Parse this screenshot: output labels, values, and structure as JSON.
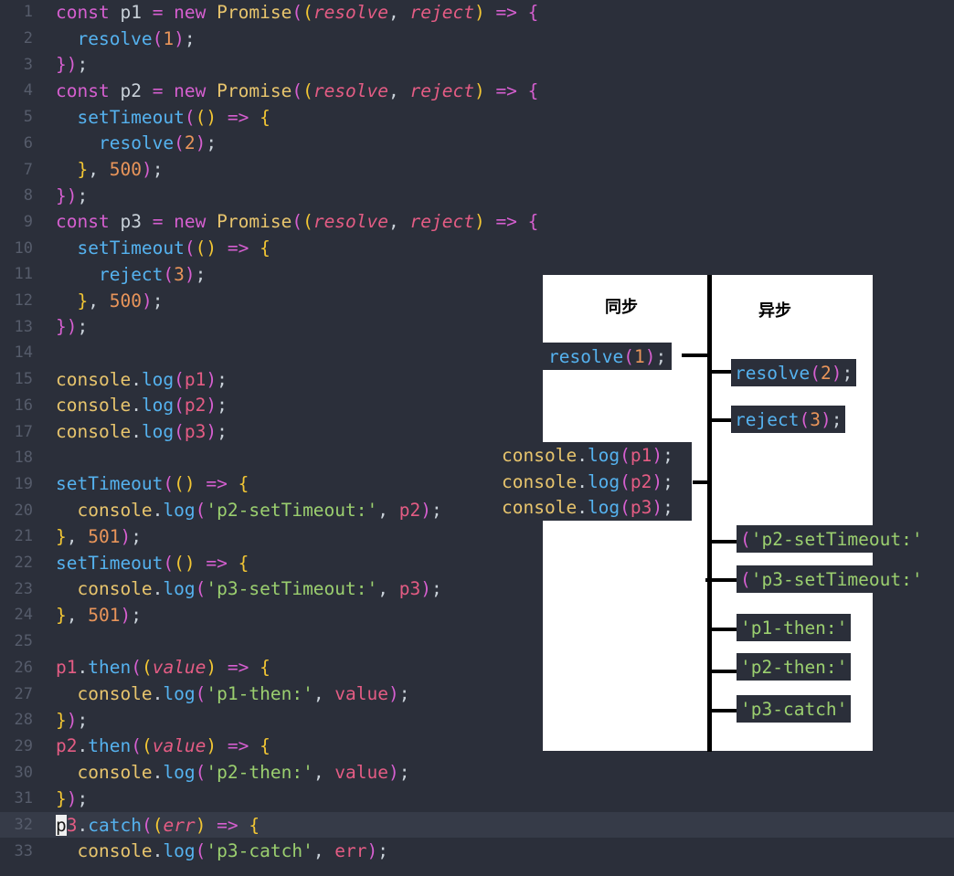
{
  "code_lines": [
    {
      "num": "1",
      "tokens": [
        [
          "kw",
          "const "
        ],
        [
          "code",
          "p1 "
        ],
        [
          "kw",
          "= "
        ],
        [
          "kw",
          "new "
        ],
        [
          "cls",
          "Promise"
        ],
        [
          "br1",
          "("
        ],
        [
          "br2",
          "("
        ],
        [
          "par2",
          "resolve"
        ],
        [
          "punc",
          ", "
        ],
        [
          "par2",
          "reject"
        ],
        [
          "br2",
          ")"
        ],
        [
          "kw",
          " => "
        ],
        [
          "br1",
          "{"
        ]
      ]
    },
    {
      "num": "2",
      "tokens": [
        [
          "code",
          "  "
        ],
        [
          "fn",
          "resolve"
        ],
        [
          "br1",
          "("
        ],
        [
          "num",
          "1"
        ],
        [
          "br1",
          ")"
        ],
        [
          "punc",
          ";"
        ]
      ]
    },
    {
      "num": "3",
      "tokens": [
        [
          "br1",
          "}"
        ],
        [
          "br1",
          ")"
        ],
        [
          "punc",
          ";"
        ]
      ]
    },
    {
      "num": "4",
      "tokens": [
        [
          "kw",
          "const "
        ],
        [
          "code",
          "p2 "
        ],
        [
          "kw",
          "= "
        ],
        [
          "kw",
          "new "
        ],
        [
          "cls",
          "Promise"
        ],
        [
          "br1",
          "("
        ],
        [
          "br2",
          "("
        ],
        [
          "par2",
          "resolve"
        ],
        [
          "punc",
          ", "
        ],
        [
          "par2",
          "reject"
        ],
        [
          "br2",
          ")"
        ],
        [
          "kw",
          " => "
        ],
        [
          "br1",
          "{"
        ]
      ]
    },
    {
      "num": "5",
      "tokens": [
        [
          "code",
          "  "
        ],
        [
          "fn",
          "setTimeout"
        ],
        [
          "br1",
          "("
        ],
        [
          "br2",
          "()"
        ],
        [
          "kw",
          " => "
        ],
        [
          "br2",
          "{"
        ]
      ]
    },
    {
      "num": "6",
      "tokens": [
        [
          "code",
          "    "
        ],
        [
          "fn",
          "resolve"
        ],
        [
          "br1",
          "("
        ],
        [
          "num",
          "2"
        ],
        [
          "br1",
          ")"
        ],
        [
          "punc",
          ";"
        ]
      ]
    },
    {
      "num": "7",
      "tokens": [
        [
          "code",
          "  "
        ],
        [
          "br2",
          "}"
        ],
        [
          "punc",
          ", "
        ],
        [
          "num",
          "500"
        ],
        [
          "br1",
          ")"
        ],
        [
          "punc",
          ";"
        ]
      ]
    },
    {
      "num": "8",
      "tokens": [
        [
          "br1",
          "}"
        ],
        [
          "br1",
          ")"
        ],
        [
          "punc",
          ";"
        ]
      ]
    },
    {
      "num": "9",
      "tokens": [
        [
          "kw",
          "const "
        ],
        [
          "code",
          "p3 "
        ],
        [
          "kw",
          "= "
        ],
        [
          "kw",
          "new "
        ],
        [
          "cls",
          "Promise"
        ],
        [
          "br1",
          "("
        ],
        [
          "br2",
          "("
        ],
        [
          "par2",
          "resolve"
        ],
        [
          "punc",
          ", "
        ],
        [
          "par2",
          "reject"
        ],
        [
          "br2",
          ")"
        ],
        [
          "kw",
          " => "
        ],
        [
          "br1",
          "{"
        ]
      ]
    },
    {
      "num": "10",
      "tokens": [
        [
          "code",
          "  "
        ],
        [
          "fn",
          "setTimeout"
        ],
        [
          "br1",
          "("
        ],
        [
          "br2",
          "()"
        ],
        [
          "kw",
          " => "
        ],
        [
          "br2",
          "{"
        ]
      ]
    },
    {
      "num": "11",
      "tokens": [
        [
          "code",
          "    "
        ],
        [
          "fn",
          "reject"
        ],
        [
          "br1",
          "("
        ],
        [
          "num",
          "3"
        ],
        [
          "br1",
          ")"
        ],
        [
          "punc",
          ";"
        ]
      ]
    },
    {
      "num": "12",
      "tokens": [
        [
          "code",
          "  "
        ],
        [
          "br2",
          "}"
        ],
        [
          "punc",
          ", "
        ],
        [
          "num",
          "500"
        ],
        [
          "br1",
          ")"
        ],
        [
          "punc",
          ";"
        ]
      ]
    },
    {
      "num": "13",
      "tokens": [
        [
          "br1",
          "}"
        ],
        [
          "br1",
          ")"
        ],
        [
          "punc",
          ";"
        ]
      ]
    },
    {
      "num": "14",
      "tokens": []
    },
    {
      "num": "15",
      "tokens": [
        [
          "cls",
          "console"
        ],
        [
          "punc",
          "."
        ],
        [
          "fn",
          "log"
        ],
        [
          "br1",
          "("
        ],
        [
          "var",
          "p1"
        ],
        [
          "br1",
          ")"
        ],
        [
          "punc",
          ";"
        ]
      ]
    },
    {
      "num": "16",
      "tokens": [
        [
          "cls",
          "console"
        ],
        [
          "punc",
          "."
        ],
        [
          "fn",
          "log"
        ],
        [
          "br1",
          "("
        ],
        [
          "var",
          "p2"
        ],
        [
          "br1",
          ")"
        ],
        [
          "punc",
          ";"
        ]
      ]
    },
    {
      "num": "17",
      "tokens": [
        [
          "cls",
          "console"
        ],
        [
          "punc",
          "."
        ],
        [
          "fn",
          "log"
        ],
        [
          "br1",
          "("
        ],
        [
          "var",
          "p3"
        ],
        [
          "br1",
          ")"
        ],
        [
          "punc",
          ";"
        ]
      ]
    },
    {
      "num": "18",
      "tokens": []
    },
    {
      "num": "19",
      "tokens": [
        [
          "fn",
          "setTimeout"
        ],
        [
          "br1",
          "("
        ],
        [
          "br2",
          "()"
        ],
        [
          "kw",
          " => "
        ],
        [
          "br2",
          "{"
        ]
      ]
    },
    {
      "num": "20",
      "tokens": [
        [
          "code",
          "  "
        ],
        [
          "cls",
          "console"
        ],
        [
          "punc",
          "."
        ],
        [
          "fn",
          "log"
        ],
        [
          "br1",
          "("
        ],
        [
          "str",
          "'p2-setTimeout:'"
        ],
        [
          "punc",
          ", "
        ],
        [
          "var",
          "p2"
        ],
        [
          "br1",
          ")"
        ],
        [
          "punc",
          ";"
        ]
      ]
    },
    {
      "num": "21",
      "tokens": [
        [
          "br2",
          "}"
        ],
        [
          "punc",
          ", "
        ],
        [
          "num",
          "501"
        ],
        [
          "br1",
          ")"
        ],
        [
          "punc",
          ";"
        ]
      ]
    },
    {
      "num": "22",
      "tokens": [
        [
          "fn",
          "setTimeout"
        ],
        [
          "br1",
          "("
        ],
        [
          "br2",
          "()"
        ],
        [
          "kw",
          " => "
        ],
        [
          "br2",
          "{"
        ]
      ]
    },
    {
      "num": "23",
      "tokens": [
        [
          "code",
          "  "
        ],
        [
          "cls",
          "console"
        ],
        [
          "punc",
          "."
        ],
        [
          "fn",
          "log"
        ],
        [
          "br1",
          "("
        ],
        [
          "str",
          "'p3-setTimeout:'"
        ],
        [
          "punc",
          ", "
        ],
        [
          "var",
          "p3"
        ],
        [
          "br1",
          ")"
        ],
        [
          "punc",
          ";"
        ]
      ]
    },
    {
      "num": "24",
      "tokens": [
        [
          "br2",
          "}"
        ],
        [
          "punc",
          ", "
        ],
        [
          "num",
          "501"
        ],
        [
          "br1",
          ")"
        ],
        [
          "punc",
          ";"
        ]
      ]
    },
    {
      "num": "25",
      "tokens": []
    },
    {
      "num": "26",
      "tokens": [
        [
          "var",
          "p1"
        ],
        [
          "punc",
          "."
        ],
        [
          "fn",
          "then"
        ],
        [
          "br1",
          "("
        ],
        [
          "br2",
          "("
        ],
        [
          "par2",
          "value"
        ],
        [
          "br2",
          ")"
        ],
        [
          "kw",
          " => "
        ],
        [
          "br2",
          "{"
        ]
      ]
    },
    {
      "num": "27",
      "tokens": [
        [
          "code",
          "  "
        ],
        [
          "cls",
          "console"
        ],
        [
          "punc",
          "."
        ],
        [
          "fn",
          "log"
        ],
        [
          "br1",
          "("
        ],
        [
          "str",
          "'p1-then:'"
        ],
        [
          "punc",
          ", "
        ],
        [
          "var",
          "value"
        ],
        [
          "br1",
          ")"
        ],
        [
          "punc",
          ";"
        ]
      ]
    },
    {
      "num": "28",
      "tokens": [
        [
          "br2",
          "}"
        ],
        [
          "br1",
          ")"
        ],
        [
          "punc",
          ";"
        ]
      ]
    },
    {
      "num": "29",
      "tokens": [
        [
          "var",
          "p2"
        ],
        [
          "punc",
          "."
        ],
        [
          "fn",
          "then"
        ],
        [
          "br1",
          "("
        ],
        [
          "br2",
          "("
        ],
        [
          "par2",
          "value"
        ],
        [
          "br2",
          ")"
        ],
        [
          "kw",
          " => "
        ],
        [
          "br2",
          "{"
        ]
      ]
    },
    {
      "num": "30",
      "tokens": [
        [
          "code",
          "  "
        ],
        [
          "cls",
          "console"
        ],
        [
          "punc",
          "."
        ],
        [
          "fn",
          "log"
        ],
        [
          "br1",
          "("
        ],
        [
          "str",
          "'p2-then:'"
        ],
        [
          "punc",
          ", "
        ],
        [
          "var",
          "value"
        ],
        [
          "br1",
          ")"
        ],
        [
          "punc",
          ";"
        ]
      ]
    },
    {
      "num": "31",
      "tokens": [
        [
          "br2",
          "}"
        ],
        [
          "br1",
          ")"
        ],
        [
          "punc",
          ";"
        ]
      ]
    },
    {
      "num": "32",
      "tokens": [
        [
          "cursor",
          "p"
        ],
        [
          "var",
          "3"
        ],
        [
          "punc",
          "."
        ],
        [
          "fn",
          "catch"
        ],
        [
          "br1",
          "("
        ],
        [
          "br2",
          "("
        ],
        [
          "par2",
          "err"
        ],
        [
          "br2",
          ")"
        ],
        [
          "kw",
          " => "
        ],
        [
          "br2",
          "{"
        ]
      ]
    },
    {
      "num": "33",
      "tokens": [
        [
          "code",
          "  "
        ],
        [
          "cls",
          "console"
        ],
        [
          "punc",
          "."
        ],
        [
          "fn",
          "log"
        ],
        [
          "br1",
          "("
        ],
        [
          "str",
          "'p3-catch'"
        ],
        [
          "punc",
          ", "
        ],
        [
          "var",
          "err"
        ],
        [
          "br1",
          ")"
        ],
        [
          "punc",
          ";"
        ]
      ]
    }
  ],
  "current_line": "32",
  "diagram": {
    "sync_title": "同步",
    "async_title": "异步",
    "sync_resolve": [
      [
        "fn",
        "resolve"
      ],
      [
        "br1",
        "("
      ],
      [
        "num",
        "1"
      ],
      [
        "br1",
        ")"
      ],
      [
        "punc",
        ";"
      ]
    ],
    "sync_logs": [
      [
        [
          "cls",
          "console"
        ],
        [
          "punc",
          "."
        ],
        [
          "fn",
          "log"
        ],
        [
          "br1",
          "("
        ],
        [
          "var",
          "p1"
        ],
        [
          "br1",
          ")"
        ],
        [
          "punc",
          ";"
        ]
      ],
      [
        [
          "cls",
          "console"
        ],
        [
          "punc",
          "."
        ],
        [
          "fn",
          "log"
        ],
        [
          "br1",
          "("
        ],
        [
          "var",
          "p2"
        ],
        [
          "br1",
          ")"
        ],
        [
          "punc",
          ";"
        ]
      ],
      [
        [
          "cls",
          "console"
        ],
        [
          "punc",
          "."
        ],
        [
          "fn",
          "log"
        ],
        [
          "br1",
          "("
        ],
        [
          "var",
          "p3"
        ],
        [
          "br1",
          ")"
        ],
        [
          "punc",
          ";"
        ]
      ]
    ],
    "async_items": [
      [
        [
          "fn",
          "resolve"
        ],
        [
          "br1",
          "("
        ],
        [
          "num",
          "2"
        ],
        [
          "br1",
          ")"
        ],
        [
          "punc",
          ";"
        ]
      ],
      [
        [
          "fn",
          "reject"
        ],
        [
          "br1",
          "("
        ],
        [
          "num",
          "3"
        ],
        [
          "br1",
          ")"
        ],
        [
          "punc",
          ";"
        ]
      ],
      [
        [
          "br1",
          "("
        ],
        [
          "str",
          "'p2-setTimeout:'"
        ]
      ],
      [
        [
          "br1",
          "("
        ],
        [
          "str",
          "'p3-setTimeout:'"
        ]
      ],
      [
        [
          "str",
          "'p1-then:'"
        ]
      ],
      [
        [
          "str",
          "'p2-then:'"
        ]
      ],
      [
        [
          "str",
          "'p3-catch'"
        ]
      ]
    ]
  }
}
